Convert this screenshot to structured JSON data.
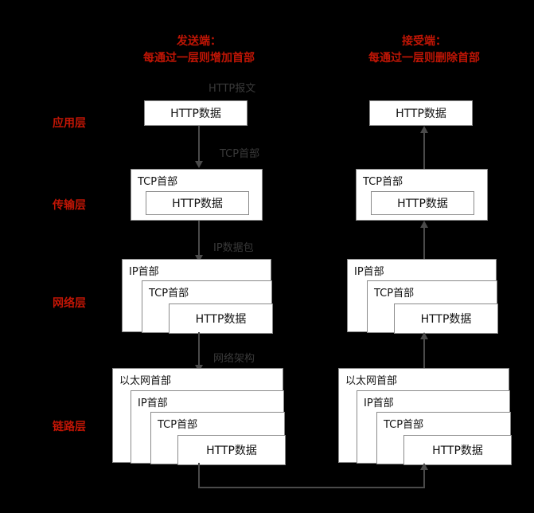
{
  "diagram": {
    "title_sender_line1": "发送端：",
    "title_sender_line2": "每通过一层则增加首部",
    "title_receiver_line1": "接受端：",
    "title_receiver_line2": "每通过一层则删除首部",
    "accent_color": "#C01505",
    "box_fill": "#FFFFFF",
    "box_border": "#8A8A8A",
    "arrow_color": "#4A4A4A",
    "annotation_color": "#3A3A3A",
    "background": "#000000"
  },
  "layers": [
    {
      "label": "应用层"
    },
    {
      "label": "传输层"
    },
    {
      "label": "网络层"
    },
    {
      "label": "链路层"
    }
  ],
  "annotations": [
    {
      "text": "HTTP报文"
    },
    {
      "text": "TCP首部"
    },
    {
      "text": "IP数据包"
    },
    {
      "text": "网络架构"
    }
  ],
  "headers": {
    "http_data": "HTTP数据",
    "tcp_header": "TCP首部",
    "ip_header": "IP首部",
    "ethernet_header": "以太网首部"
  },
  "sender": {
    "application": {
      "payload": "HTTP数据"
    },
    "transport": {
      "outer": "TCP首部",
      "inner": "HTTP数据"
    },
    "network": {
      "outer": "IP首部",
      "mid": "TCP首部",
      "inner": "HTTP数据"
    },
    "link": {
      "outer": "以太网首部",
      "l2": "IP首部",
      "l3": "TCP首部",
      "inner": "HTTP数据"
    }
  },
  "receiver": {
    "application": {
      "payload": "HTTP数据"
    },
    "transport": {
      "outer": "TCP首部",
      "inner": "HTTP数据"
    },
    "network": {
      "outer": "IP首部",
      "mid": "TCP首部",
      "inner": "HTTP数据"
    },
    "link": {
      "outer": "以太网首部",
      "l2": "IP首部",
      "l3": "TCP首部",
      "inner": "HTTP数据"
    }
  }
}
